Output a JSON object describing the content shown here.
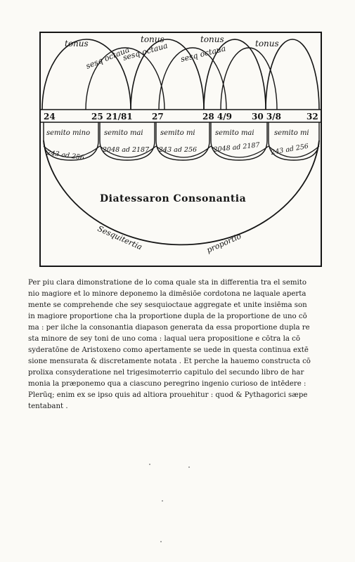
{
  "diagram": {
    "top_tones": [
      "tonus",
      "tonus",
      "tonus",
      "tonus"
    ],
    "upper_arcs": [
      "sesq octaua",
      "sesq octaua",
      "sesq octaua"
    ],
    "numbers": [
      "24",
      "25 21/81",
      "27",
      "28 4/9",
      "30 3/8",
      "32"
    ],
    "semitone_cells": [
      "semito mino",
      "semito mai",
      "semito mi",
      "semito mai",
      "semito mi"
    ],
    "ratio_cells": [
      "243 ad 256",
      "2048 ad 2187",
      "243 ad 256",
      "2048 ad 2187",
      "243 ad 256"
    ],
    "title": "Diatessaron Consonantia",
    "bottom_arc_left": "Sesquitertia",
    "bottom_arc_right": "proportio"
  },
  "body_text": [
    "Per piu clara dimonstratione de lo coma quale sta in differentia tra el semito",
    "nio magiore et lo minore deponemo la dimēsiōe cordotona ne laquale aperta",
    "mente se comprehende che sey sesquioctaue aggregate et unite insiēma son",
    "in magiore proportione cha la proportione dupla de la proportione de uno cō",
    "ma : per ilche la consonantia diapason generata da essa proportione dupla re",
    "sta minore de sey toni de uno coma : laqual uera propositione e cōtra la cō",
    "syderatōne de Aristoxeno como apertamente se uede in questa continua extē",
    "sione mensurata & discretamente notata . Et perche la hauemo constructa cō",
    "prolixa consyderatione nel trigesimoterrio capitulo del secundo libro de har",
    "monia la præponemo qua a ciascuno peregrino ingenio curioso de intēdere :",
    "Plerūq; enim ex se ipso quis ad altiora prouehitur : quod & Pythagorici sæpe",
    "tentabant ."
  ]
}
